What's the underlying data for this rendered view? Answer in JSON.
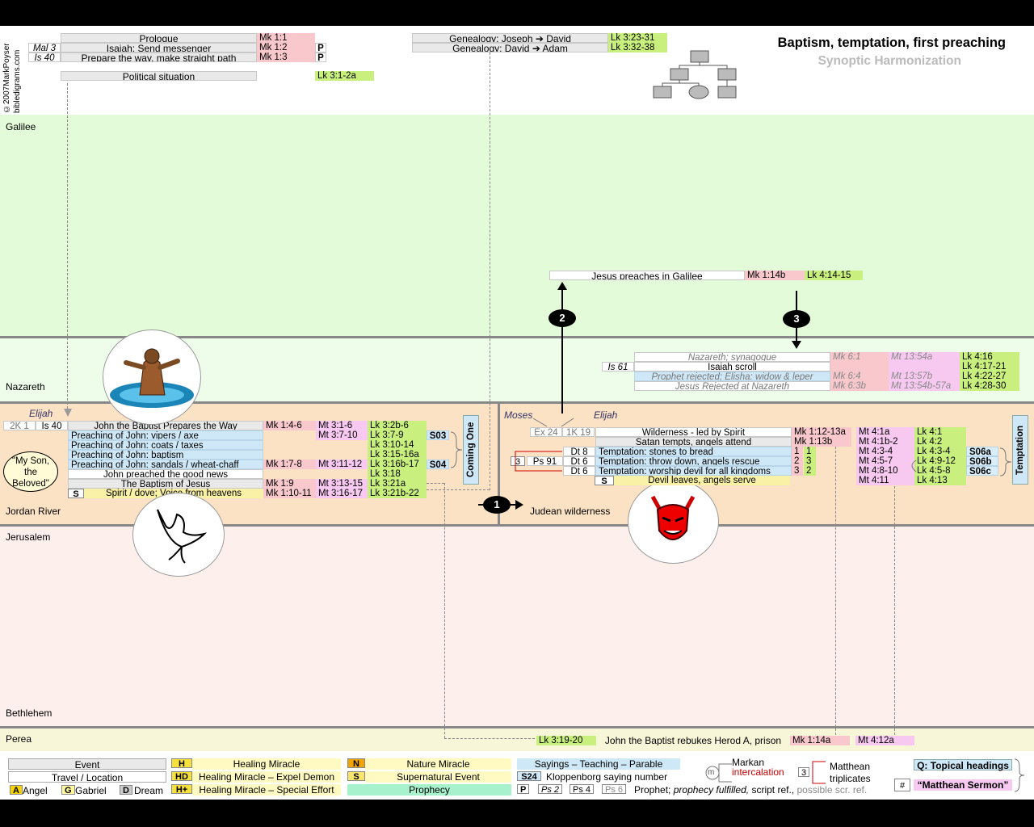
{
  "copyright": "©2007MarkPoyser bibledigrams.com",
  "title": "Baptism, temptation, first preaching",
  "subtitle": "Synoptic Harmonization",
  "regions": {
    "galilee": "Galilee",
    "nazareth": "Nazareth",
    "jordan": "Jordan River",
    "judean": "Judean wilderness",
    "jerusalem": "Jerusalem",
    "bethlehem": "Bethlehem",
    "perea": "Perea"
  },
  "header_rows": [
    {
      "label": "Prologue",
      "mk": "Mk 1:1",
      "pre": "",
      "p": ""
    },
    {
      "label": "Isaiah: Send messenger",
      "mk": "Mk 1:2",
      "pre": "Mal 3",
      "p": "P"
    },
    {
      "label": "Prepare the way, make straight path",
      "mk": "Mk 1:3",
      "pre": "Is 40",
      "p": "P"
    }
  ],
  "political": {
    "label": "Political situation",
    "lk": "Lk 3:1-2a"
  },
  "genealogy": [
    {
      "label": "Genealogy: Joseph ➔ David",
      "lk": "Lk 3:23-31"
    },
    {
      "label": "Genealogy:  David ➔ Adam",
      "lk": "Lk 3:32-38"
    }
  ],
  "galilee_row": {
    "label": "Jesus preaches in Galilee",
    "mk": "Mk 1:14b",
    "lk": "Lk 4:14-15"
  },
  "nazareth_rows": [
    {
      "label": "Nazareth; synagogue",
      "mk": "Mk 6:1",
      "mt": "Mt 13:54a",
      "lk": "Lk 4:16",
      "style": "ital",
      "pre": ""
    },
    {
      "label": "Isaiah scroll",
      "mk": "",
      "mt": "",
      "lk": "Lk 4:17-21",
      "style": "ev",
      "pre": "Is 61"
    },
    {
      "label": "Prophet rejected; Elisha: widow & leper",
      "mk": "Mk 6:4",
      "mt": "Mt 13:57b",
      "lk": "Lk 4:22-27",
      "style": "sayital",
      "pre": ""
    },
    {
      "label": "Jesus Rejected at Nazareth",
      "mk": "Mk 6:3b",
      "mt": "Mt 13:54b-57a",
      "lk": "Lk 4:28-30",
      "style": "ital",
      "pre": ""
    }
  ],
  "jordan": {
    "elijah": "Elijah",
    "pre_2k": "2K 1",
    "pre_is": "Is 40",
    "rows": [
      {
        "label": "John the Baptist Prepares the Way",
        "mk": "Mk 1:4-6",
        "mt": "Mt 3:1-6",
        "lk": "Lk 3:2b-6",
        "s": "",
        "style": "evg"
      },
      {
        "label": "Preaching of John: vipers / axe",
        "mk": "",
        "mt": "Mt 3:7-10",
        "lk": "Lk 3:7-9",
        "s": "S03",
        "style": "say"
      },
      {
        "label": "Preaching of John: coats / taxes",
        "mk": "",
        "mt": "",
        "lk": "Lk 3:10-14",
        "s": "",
        "style": "say"
      },
      {
        "label": "Preaching of John: baptism",
        "mk": "",
        "mt": "",
        "lk": "Lk 3:15-16a",
        "s": "",
        "style": "say"
      },
      {
        "label": "Preaching of John: sandals / wheat-chaff",
        "mk": "Mk 1:7-8",
        "mt": "Mt 3:11-12",
        "lk": "Lk 3:16b-17",
        "s": "S04",
        "style": "say"
      },
      {
        "label": "John preached the good news",
        "mk": "",
        "mt": "",
        "lk": "Lk 3:18",
        "s": "",
        "style": "ev"
      },
      {
        "label": "The Baptism of Jesus",
        "mk": "Mk 1:9",
        "mt": "Mt 3:13-15",
        "lk": "Lk 3:21a",
        "s": "",
        "style": "evg"
      },
      {
        "label": "Spirit / dove; Voice from heavens",
        "mk": "Mk 1:10-11",
        "mt": "Mt 3:16-17",
        "lk": "Lk 3:21b-22",
        "s": "",
        "style": "spe"
      }
    ],
    "s_tag": "S",
    "coming_one": "Coming One",
    "bubble": "\"My Son, the Beloved\""
  },
  "wilderness": {
    "moses": "Moses",
    "elijah": "Elijah",
    "pre_ex": "Ex 24",
    "pre_1k": "1K 19",
    "ps": "Ps 91",
    "three": "3",
    "rows": [
      {
        "pre": "",
        "label": "Wilderness - led by Spirit",
        "mk": "Mk 1:12-13a",
        "a": "",
        "b": "",
        "mt": "Mt 4:1a",
        "lk": "Lk 4:1",
        "s": "",
        "style": "ev"
      },
      {
        "pre": "",
        "label": "Satan tempts, angels attend",
        "mk": "Mk 1:13b",
        "a": "",
        "b": "",
        "mt": "Mt 4:1b-2",
        "lk": "Lk 4:2",
        "s": "",
        "style": "evg"
      },
      {
        "pre": "Dt 8",
        "label": "Temptation: stones to bread",
        "mk": "",
        "a": "1",
        "b": "1",
        "mt": "Mt 4:3-4",
        "lk": "Lk 4:3-4",
        "s": "S06a",
        "style": "say"
      },
      {
        "pre": "Dt 6",
        "label": "Temptation: throw down, angels rescue",
        "mk": "",
        "a": "2",
        "b": "3",
        "mt": "Mt 4:5-7",
        "lk": "Lk 4:9-12",
        "s": "S06b",
        "style": "say"
      },
      {
        "pre": "Dt 6",
        "label": "Temptation: worship devil for all kingdoms",
        "mk": "",
        "a": "3",
        "b": "2",
        "mt": "Mt 4:8-10",
        "lk": "Lk 4:5-8",
        "s": "S06c",
        "style": "say"
      },
      {
        "pre": "",
        "label": "Devil leaves, angels serve",
        "mk": "",
        "a": "",
        "b": "",
        "mt": "Mt 4:11",
        "lk": "Lk 4:13",
        "s": "",
        "style": "spe"
      }
    ],
    "s_tag": "S",
    "temptation": "Temptation"
  },
  "perea_row": {
    "lk": "Lk 3:19-20",
    "label": "John the Baptist rebukes Herod A, prison",
    "mk": "Mk 1:14a",
    "mt": "Mt 4:12a"
  },
  "markers": [
    "1",
    "2",
    "3"
  ],
  "legend": {
    "event": "Event",
    "travel": "Travel / Location",
    "angel": "Angel",
    "gabriel": "Gabriel",
    "dream": "Dream",
    "a": "A",
    "g": "G",
    "d": "D",
    "h": "H",
    "hd": "HD",
    "hp": "H+",
    "healing": "Healing Miracle",
    "expel": "Healing Miracle – Expel Demon",
    "special": "Healing Miracle – Special Effort",
    "n": "N",
    "s": "S",
    "nature": "Nature Miracle",
    "supernatural": "Supernatural Event",
    "prophecy": "Prophecy",
    "sayings": "Sayings – Teaching – Parable",
    "s24": "S24",
    "kloppenborg": "Kloppenborg saying number",
    "p": "P",
    "ps2": "Ps 2",
    "ps4": "Ps 4",
    "ps6": "Ps 6",
    "prophet": "Prophet;",
    "fulfilled": "prophecy fulfilled,",
    "script": "script ref.,",
    "possible": "possible scr. ref.",
    "m": "m",
    "markan": "Markan",
    "intercalation": "intercalation",
    "three": "3",
    "matthean": "Matthean",
    "triplicates": "triplicates",
    "q": "Q: Topical headings",
    "hash": "#",
    "sermon": "“Matthean Sermon”"
  },
  "colors": {
    "galilee": "#e3fbd8",
    "nazareth": "#eefdea",
    "jordan": "#fbe2c4",
    "jerusalem": "#fdf0ec",
    "perea": "#f7f6d8",
    "mk": "#f8c8cc",
    "mt": "#f7c9f1",
    "lk": "#c9f07e",
    "sayings": "#cfe8f8"
  }
}
